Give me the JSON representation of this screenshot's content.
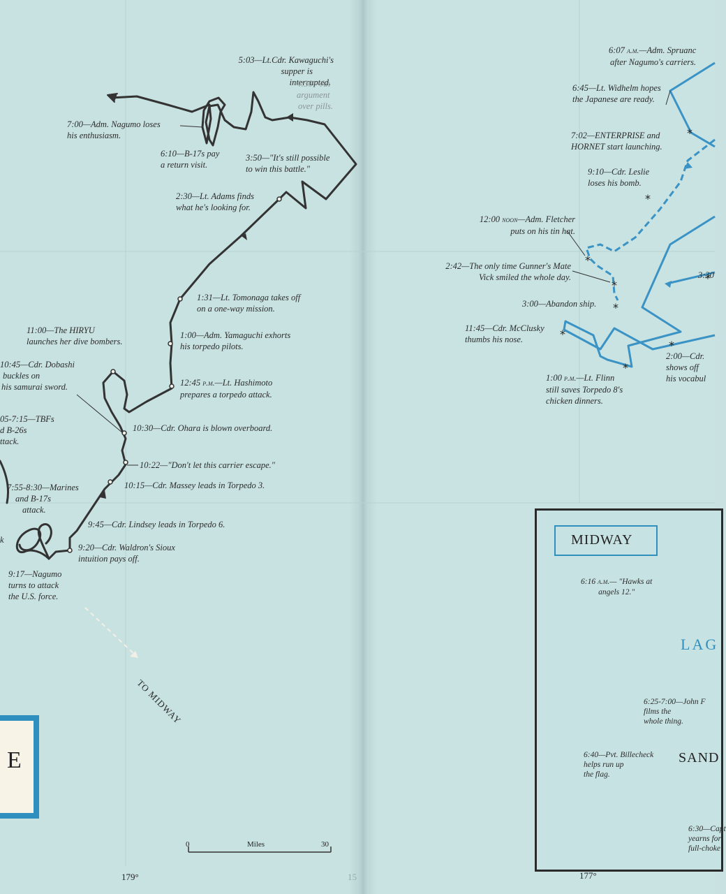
{
  "colors": {
    "water": "#c8e2e1",
    "japanese_track": "#333333",
    "us_track": "#3a93c4",
    "title_frame": "#2f8fbf",
    "island": "#f4f0e2"
  },
  "left_page": {
    "labels": {
      "l503": "5:03—Lt.Cdr. Kawaguchi's",
      "l503b": "supper is",
      "l503c": "interrupted.",
      "l430": "4:30—An",
      "l430b": "argument",
      "l430c": "over pills.",
      "l700": "7:00—Adm. Nagumo loses",
      "l700b": "his enthusiasm.",
      "l610": "6:10—B-17s pay",
      "l610b": "a return visit.",
      "l350": "3:50—\"It's still possible",
      "l350b": "to win this battle.\"",
      "l230": "2:30—Lt. Adams finds",
      "l230b": "what he's looking for.",
      "l131": "1:31—Lt. Tomonaga takes off",
      "l131b": "on a one-way mission.",
      "l1100": "11:00—The HIRYU",
      "l1100b": "launches her dive bombers.",
      "l100": "1:00—Adm. Yamaguchi exhorts",
      "l100b": "his torpedo pilots.",
      "l1045": "10:45—Cdr. Dobashi",
      "l1045b": "buckles on",
      "l1045c": "his samurai sword.",
      "l1245": "12:45",
      "l1245pm": "p.m.",
      "l1245c": "—Lt. Hashimoto",
      "l1245b": "prepares a torpedo attack.",
      "l705": "05-7:15—TBFs",
      "l705b": "d B-26s",
      "l705c": "ttack.",
      "l1030": "10:30—Cdr. Ohara is blown overboard.",
      "l1022": "10:22—\"Don't let this carrier escape.\"",
      "l755": "7:55-8:30—Marines",
      "l755b": "and B-17s",
      "l755c": "attack.",
      "l1015": "10:15—Cdr. Massey leads in Torpedo 3.",
      "l945": "9:45—Cdr. Lindsey leads in Torpedo 6.",
      "l920": "9:20—Cdr. Waldron's Sioux",
      "l920b": "intuition pays off.",
      "l917": "9:17—Nagumo",
      "l917b": "turns to attack",
      "l917c": "the U.S. force.",
      "lk": "k"
    },
    "to_midway": "TO MIDWAY",
    "title_fragment": "E",
    "scale": {
      "zero": "0",
      "label": "Miles",
      "max": "30"
    },
    "longitude": "179°",
    "page_number_fragment": "15"
  },
  "right_page": {
    "labels": {
      "r607": "6:07",
      "r607am": "a.m.",
      "r607c": "—Adm. Spruanc",
      "r607b": "after Nagumo's carriers.",
      "r645": "6:45—Lt. Widhelm hopes",
      "r645b": "the Japanese are ready.",
      "r702": "7:02—ENTERPRISE and",
      "r702b": "HORNET start launching.",
      "r910": "9:10—Cdr. Leslie",
      "r910b": "loses his bomb.",
      "r1200": "12:00",
      "r1200noon": "noon",
      "r1200c": "—Adm. Fletcher",
      "r1200b": "puts on his tin hat.",
      "r242": "2:42—The only time Gunner's Mate",
      "r242b": "Vick smiled the whole day.",
      "r330": "3:30",
      "r300": "3:00—Abandon ship.",
      "r1145": "11:45—Cdr. McClusky",
      "r1145b": "thumbs his nose.",
      "r200": "2:00—Cdr.",
      "r200b": "shows off",
      "r200c": "his vocabul",
      "r100": "1:00",
      "r100pm": "p.m.",
      "r100c": "—Lt. Flinn",
      "r100b": "still saves Torpedo 8's",
      "r100d": "chicken dinners."
    },
    "inset": {
      "title": "MIDWAY",
      "lagoon": "LAG",
      "sand": "SAND",
      "i616": "6:16",
      "i616am": "a.m.",
      "i616c": "— \"Hawks at",
      "i616b": "angels 12.\"",
      "i625": "6:25-7:00—John F",
      "i625b": "films the",
      "i625c": "whole thing.",
      "i640": "6:40—Pvt. Billecheck",
      "i640b": "helps run up",
      "i640c": "the flag.",
      "i630": "6:30—Capt",
      "i630b": "yearns for",
      "i630c": "full-choke"
    },
    "longitude": "177°"
  }
}
